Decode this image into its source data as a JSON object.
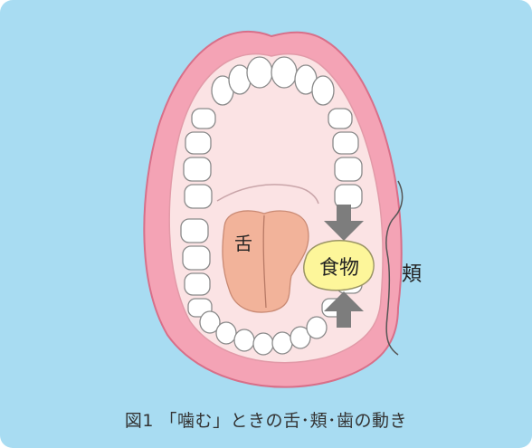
{
  "labels": {
    "tongue": "舌",
    "food": "食物",
    "cheek": "頬"
  },
  "caption": "図1 「噛む」ときの舌･頬･歯の動き",
  "colors": {
    "background": "#a8dcf2",
    "lip": "#f4a3b5",
    "mouth_interior": "#fbe3e4",
    "tongue": "#f2b39a",
    "food": "#fdf69a",
    "teeth": "#ffffff",
    "arrow": "#7d7d7d"
  }
}
